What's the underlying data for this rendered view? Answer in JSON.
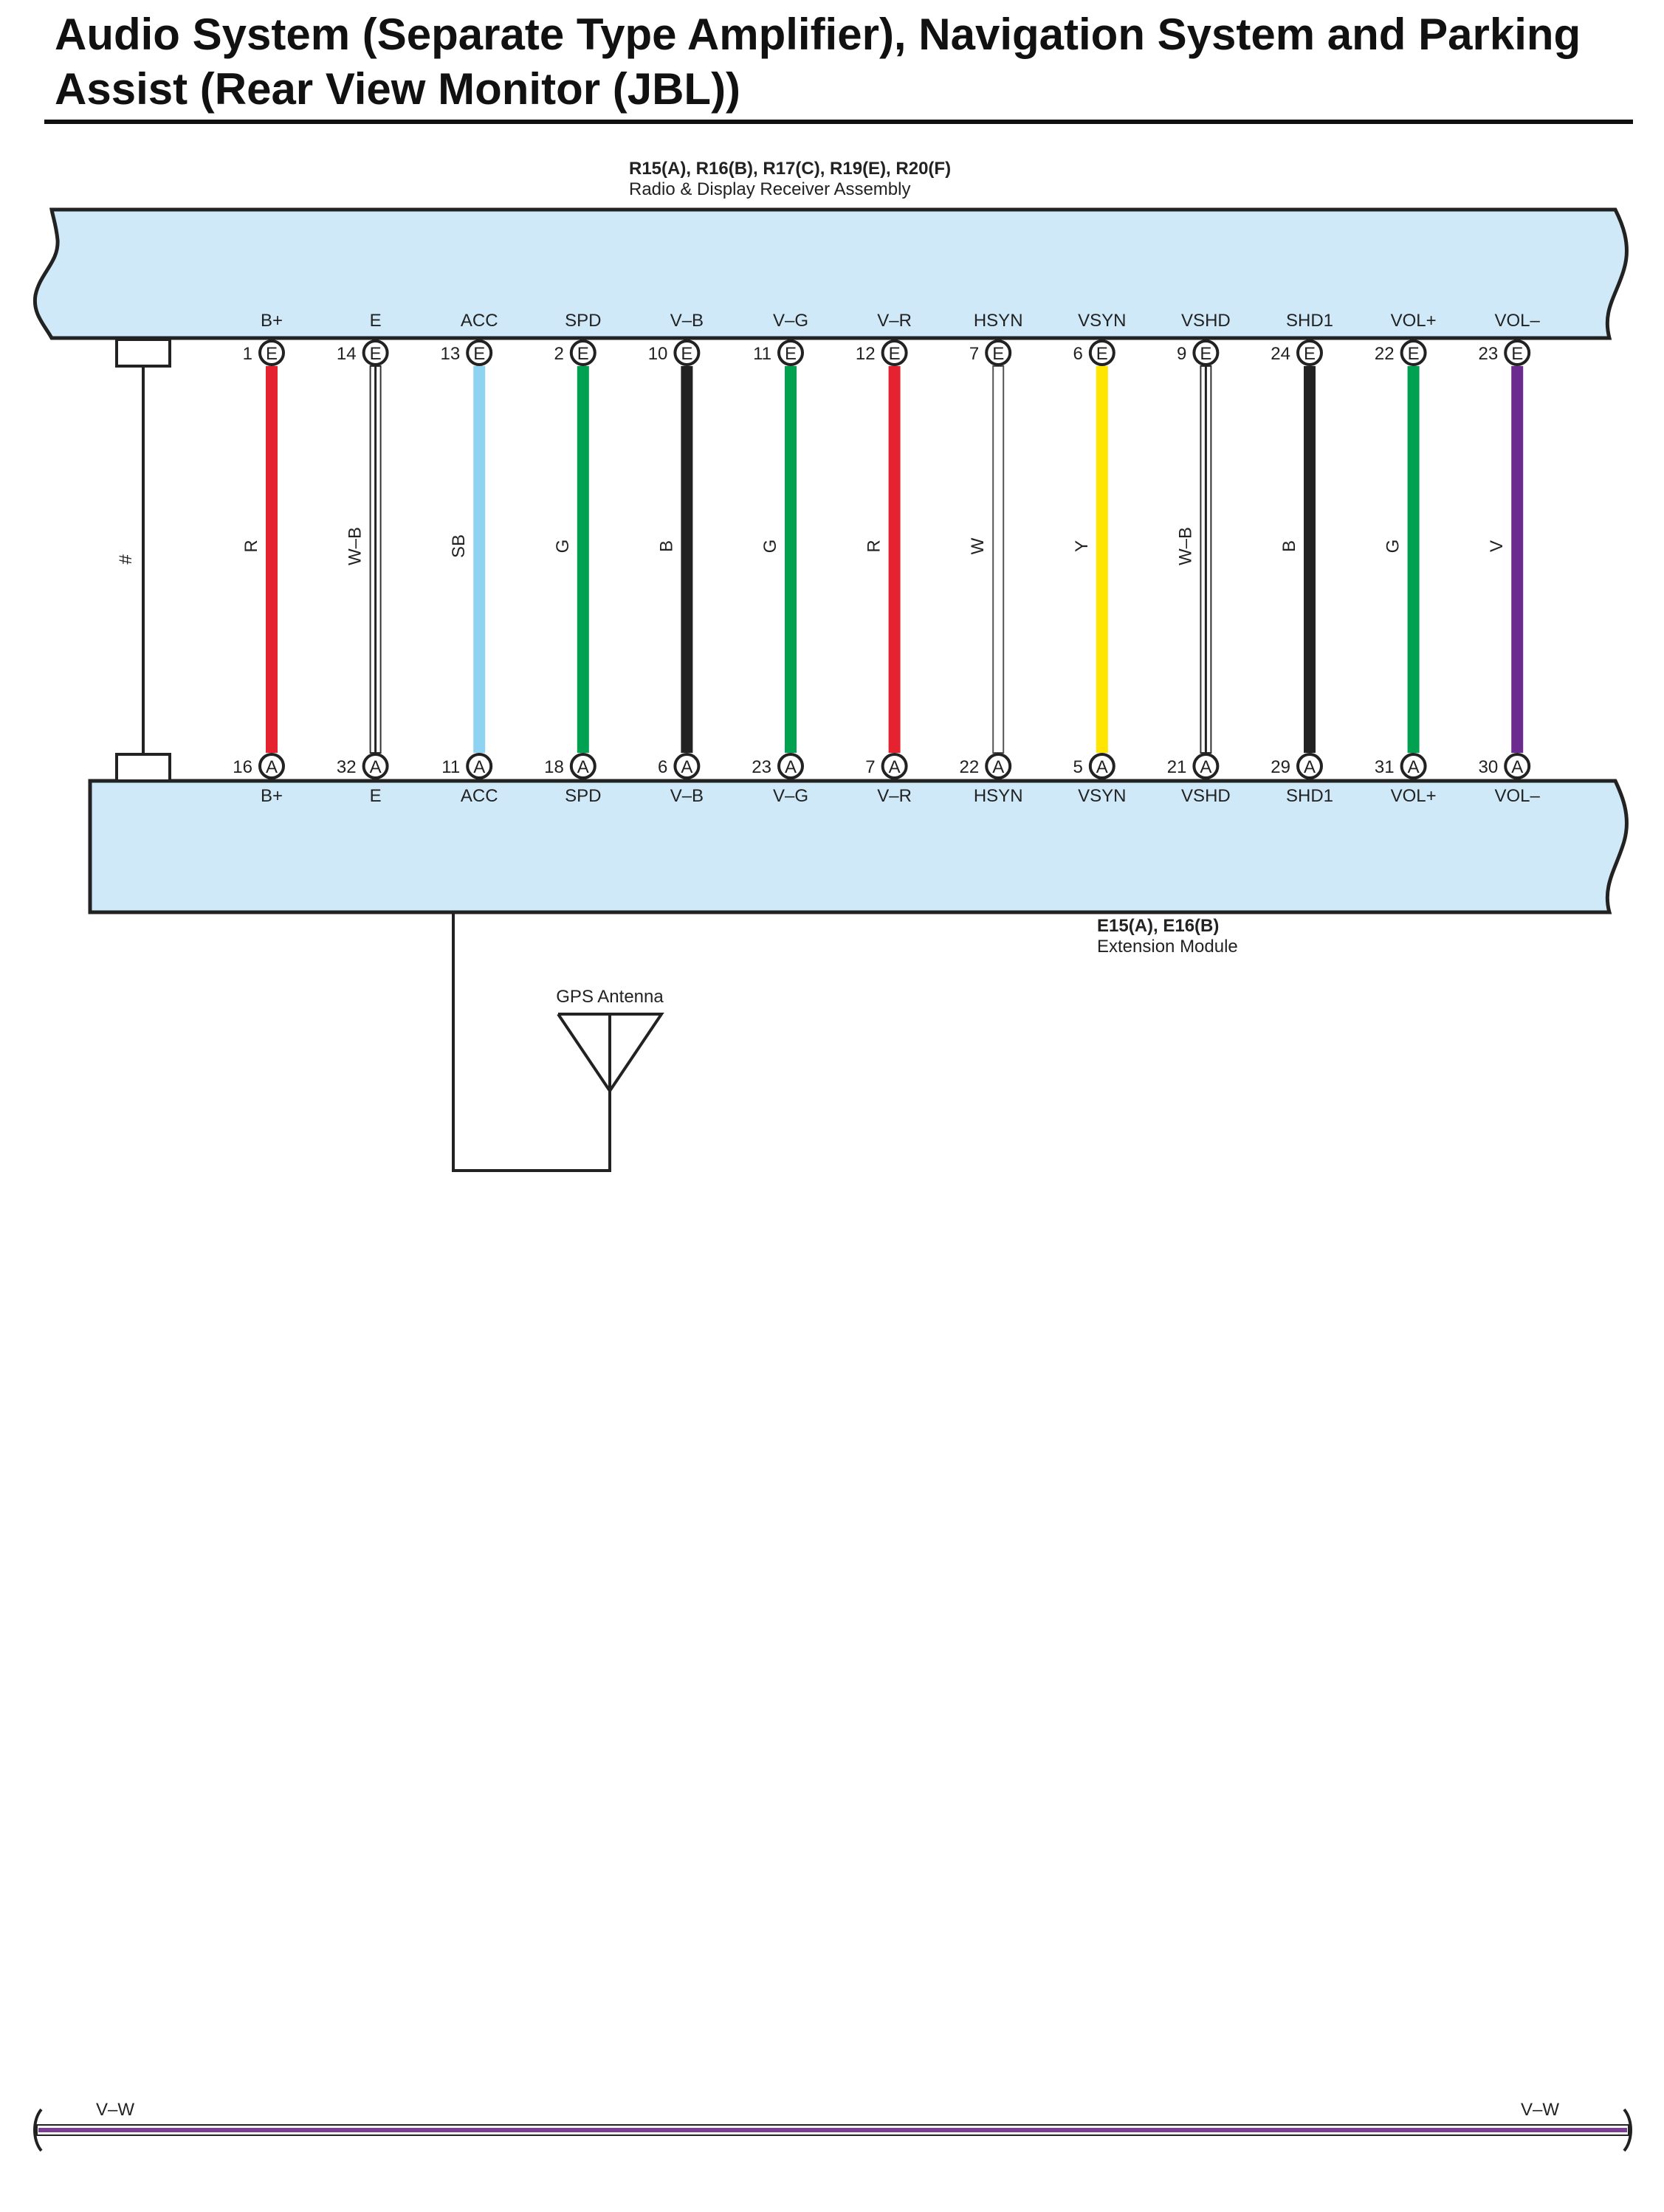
{
  "title": "Audio System (Separate Type Amplifier), Navigation System and Parking Assist (Rear View Monitor (JBL))",
  "colors": {
    "connector_fill": "#cfe9f8",
    "stroke": "#222222",
    "R": "#e52330",
    "B": "#222222",
    "SB": "#8fd3f2",
    "G": "#00a151",
    "W": "#ffffff",
    "Y": "#ffe500",
    "V": "#6c2c8f",
    "V-W": "#7a3d96"
  },
  "top_connector": {
    "codes": "R15(A), R16(B), R17(C), R19(E), R20(F)",
    "name": "Radio & Display Receiver Assembly"
  },
  "bottom_connector": {
    "codes": "E15(A), E16(B)",
    "name": "Extension Module"
  },
  "shield_label": "#",
  "antenna_label": "GPS Antenna",
  "wires": [
    {
      "signal": "B+",
      "top_pin": "1",
      "top_conn": "E",
      "bottom_pin": "16",
      "bottom_conn": "A",
      "color_code": "R",
      "color": "R"
    },
    {
      "signal": "E",
      "top_pin": "14",
      "top_conn": "E",
      "bottom_pin": "32",
      "bottom_conn": "A",
      "color_code": "W–B",
      "color": "W-B"
    },
    {
      "signal": "ACC",
      "top_pin": "13",
      "top_conn": "E",
      "bottom_pin": "11",
      "bottom_conn": "A",
      "color_code": "SB",
      "color": "SB"
    },
    {
      "signal": "SPD",
      "top_pin": "2",
      "top_conn": "E",
      "bottom_pin": "18",
      "bottom_conn": "A",
      "color_code": "G",
      "color": "G"
    },
    {
      "signal": "V–B",
      "top_pin": "10",
      "top_conn": "E",
      "bottom_pin": "6",
      "bottom_conn": "A",
      "color_code": "B",
      "color": "B"
    },
    {
      "signal": "V–G",
      "top_pin": "11",
      "top_conn": "E",
      "bottom_pin": "23",
      "bottom_conn": "A",
      "color_code": "G",
      "color": "G"
    },
    {
      "signal": "V–R",
      "top_pin": "12",
      "top_conn": "E",
      "bottom_pin": "7",
      "bottom_conn": "A",
      "color_code": "R",
      "color": "R"
    },
    {
      "signal": "HSYN",
      "top_pin": "7",
      "top_conn": "E",
      "bottom_pin": "22",
      "bottom_conn": "A",
      "color_code": "W",
      "color": "W"
    },
    {
      "signal": "VSYN",
      "top_pin": "6",
      "top_conn": "E",
      "bottom_pin": "5",
      "bottom_conn": "A",
      "color_code": "Y",
      "color": "Y"
    },
    {
      "signal": "VSHD",
      "top_pin": "9",
      "top_conn": "E",
      "bottom_pin": "21",
      "bottom_conn": "A",
      "color_code": "W–B",
      "color": "W-B"
    },
    {
      "signal": "SHD1",
      "top_pin": "24",
      "top_conn": "E",
      "bottom_pin": "29",
      "bottom_conn": "A",
      "color_code": "B",
      "color": "B"
    },
    {
      "signal": "VOL+",
      "top_pin": "22",
      "top_conn": "E",
      "bottom_pin": "31",
      "bottom_conn": "A",
      "color_code": "G",
      "color": "G"
    },
    {
      "signal": "VOL–",
      "top_pin": "23",
      "top_conn": "E",
      "bottom_pin": "30",
      "bottom_conn": "A",
      "color_code": "V",
      "color": "V"
    }
  ],
  "bottom_bus": {
    "left_label": "V–W",
    "right_label": "V–W"
  }
}
